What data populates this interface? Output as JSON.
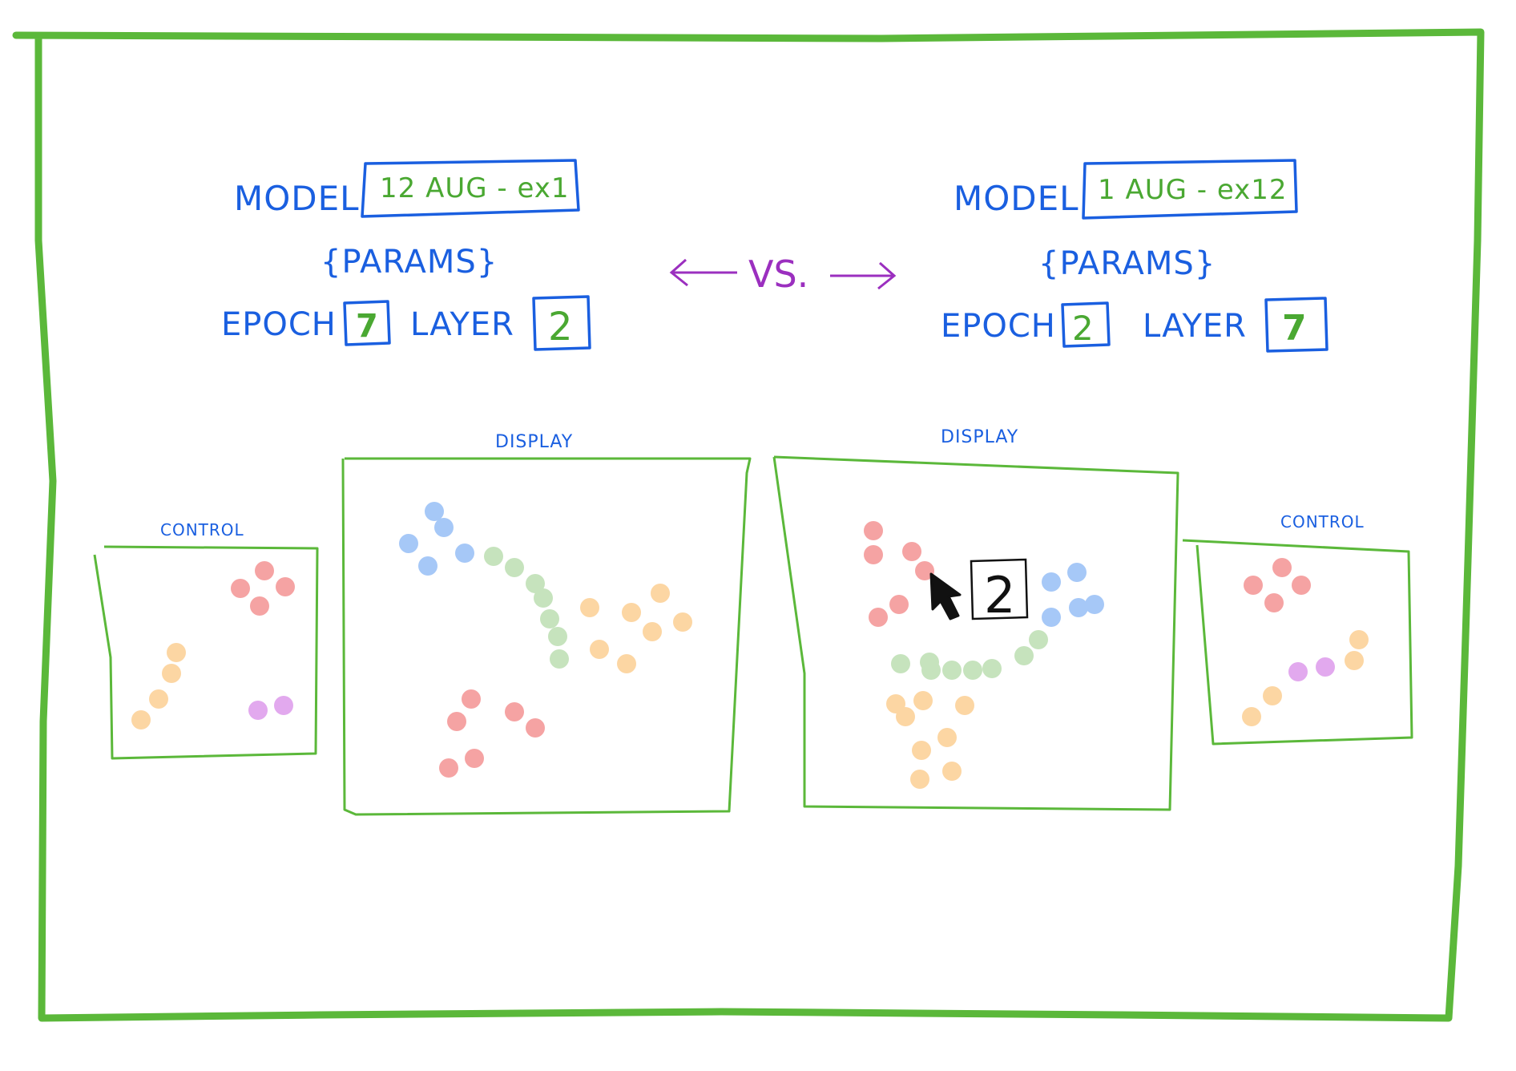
{
  "left": {
    "model_label": "MODEL",
    "model_value": "12 AUG - ex1",
    "params_label": "{PARAMS}",
    "epoch_label": "EPOCH",
    "epoch_value": "7",
    "layer_label": "LAYER",
    "layer_value": "2",
    "control_label": "CONTROL",
    "display_label": "DISPLAY"
  },
  "right": {
    "model_label": "MODEL",
    "model_value": "1 AUG - ex12",
    "params_label": "{PARAMS}",
    "epoch_label": "EPOCH",
    "epoch_value": "2",
    "layer_label": "LAYER",
    "layer_value": "7",
    "control_label": "CONTROL",
    "display_label": "DISPLAY"
  },
  "vs_label": "VS.",
  "cursor_badge": "2",
  "colors": {
    "frame": "#5bb83a",
    "label_blue": "#1a5fe0",
    "value_green": "#4aa832",
    "vs_purple": "#9b2fbf",
    "dot_red": "#f5a3a3",
    "dot_blue": "#a6c8f7",
    "dot_green": "#c6e3bd",
    "dot_orange": "#fcd6a3",
    "dot_purple": "#e2a9ee"
  },
  "icons": [
    "cursor-arrow-icon"
  ]
}
